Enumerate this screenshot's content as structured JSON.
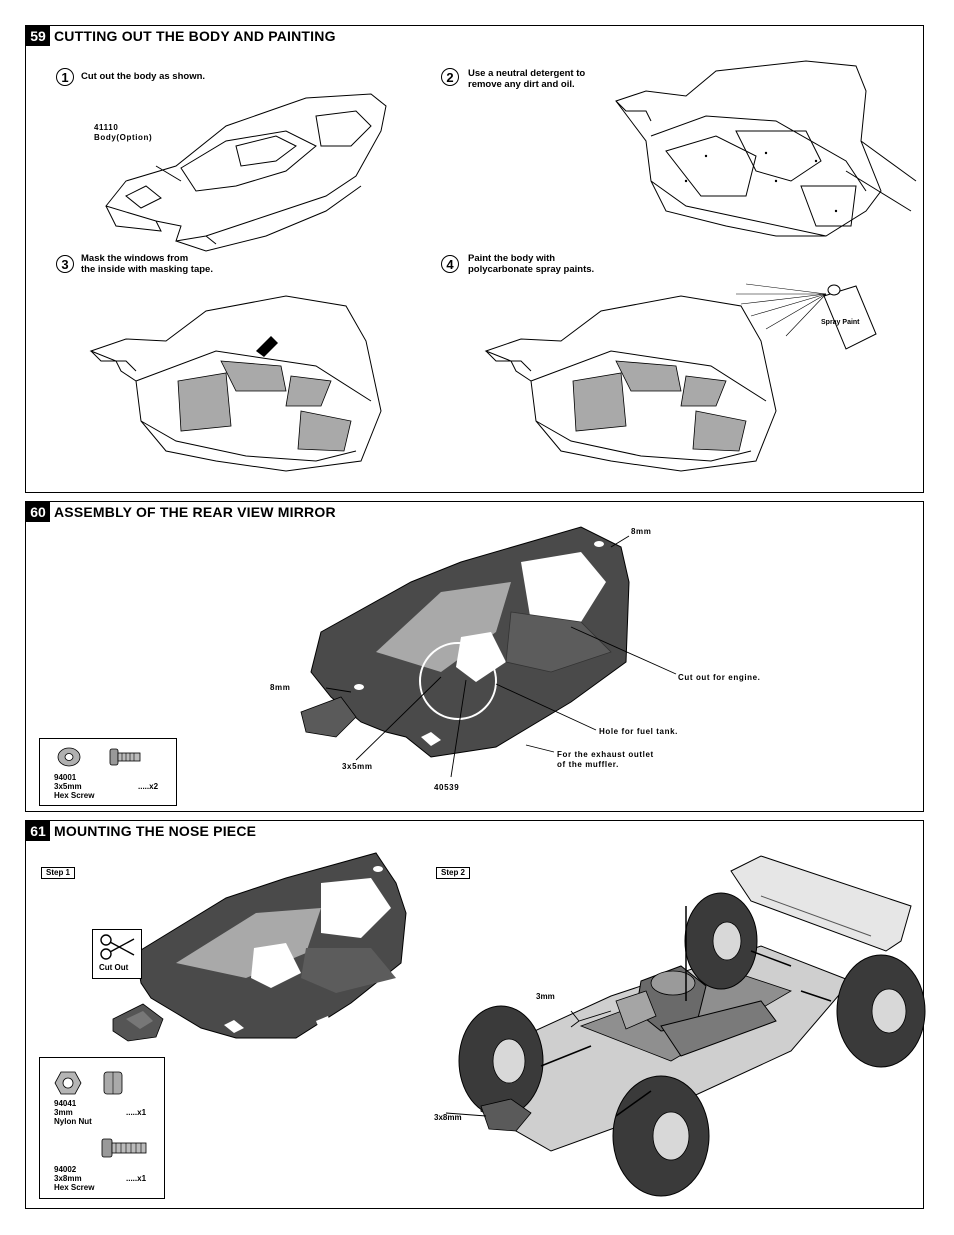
{
  "sections": [
    {
      "number": "59",
      "title": "CUTTING OUT THE BODY AND PAINTING",
      "steps": [
        {
          "num": "1",
          "text": "Cut out the  body as shown."
        },
        {
          "num": "2",
          "text": "Use a neutral detergent to\nremove any dirt and oil."
        },
        {
          "num": "3",
          "text": "Mask the windows from\nthe inside with masking tape."
        },
        {
          "num": "4",
          "text": "Paint the body with\npolycarbonate spray paints."
        }
      ],
      "body_part_label": "41110\nBody(Option)",
      "spray_label": "Spray Paint"
    },
    {
      "number": "60",
      "title": "ASSEMBLY OF THE REAR VIEW MIRROR",
      "callouts": {
        "top_8mm": "8mm",
        "left_8mm": "8mm",
        "engine": "Cut out for engine.",
        "fuel": "Hole for fuel tank.",
        "exhaust": "For the exhaust outlet\nof the muffler.",
        "screw": "3x5mm",
        "part": "40539"
      },
      "parts": [
        {
          "code": "94001",
          "size": "3x5mm",
          "name": "Hex Screw",
          "qty": ".....x2"
        }
      ]
    },
    {
      "number": "61",
      "title": "MOUNTING THE NOSE PIECE",
      "step1": "Step 1",
      "step2": "Step 2",
      "cut_out": "Cut Out",
      "callouts": {
        "nut": "3mm",
        "screw": "3x8mm"
      },
      "parts": [
        {
          "code": "94041",
          "size": "3mm",
          "name": "Nylon Nut",
          "qty": ".....x1"
        },
        {
          "code": "94002",
          "size": "3x8mm",
          "name": "Hex Screw",
          "qty": ".....x1"
        }
      ]
    }
  ],
  "colors": {
    "body_dark": "#4a4a4a",
    "window_gray": "#a9a9a9",
    "line": "#000000"
  },
  "icons": [
    "scissors-icon",
    "spray-can-icon",
    "screw-icon",
    "washer-icon",
    "nut-icon"
  ]
}
